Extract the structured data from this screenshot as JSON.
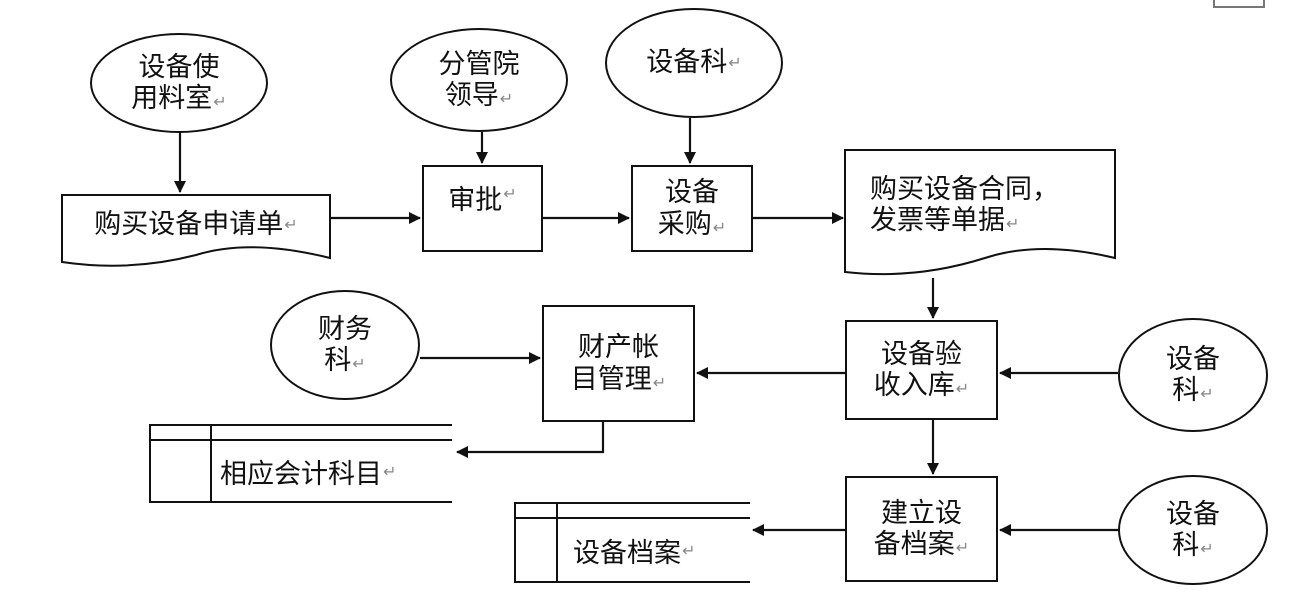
{
  "return_mark": "↵",
  "nodes": {
    "dept_user": {
      "lines": [
        "设备使",
        "用料室"
      ]
    },
    "leader": {
      "lines": [
        "分管院",
        "领导"
      ]
    },
    "equip_dept_top": {
      "text": "设备科"
    },
    "request_doc": {
      "text": "购买设备申请单"
    },
    "approval": {
      "text": "审批"
    },
    "purchase": {
      "lines": [
        "设备",
        "采购"
      ]
    },
    "contract_doc": {
      "lines": [
        "购买设备合同，",
        "发票等单据"
      ]
    },
    "finance": {
      "lines": [
        "财务",
        "科"
      ]
    },
    "asset_ledger": {
      "lines": [
        "财产帐",
        "目管理"
      ]
    },
    "acceptance": {
      "lines": [
        "设备验",
        "收入库"
      ]
    },
    "equip_dept_mid": {
      "lines": [
        "设备",
        "科"
      ]
    },
    "accounting_store": {
      "text": "相应会计科目"
    },
    "archive": {
      "lines": [
        "建立设",
        "备档案"
      ]
    },
    "equip_dept_bottom": {
      "lines": [
        "设备",
        "科"
      ]
    },
    "archive_store": {
      "text": "设备档案"
    }
  }
}
